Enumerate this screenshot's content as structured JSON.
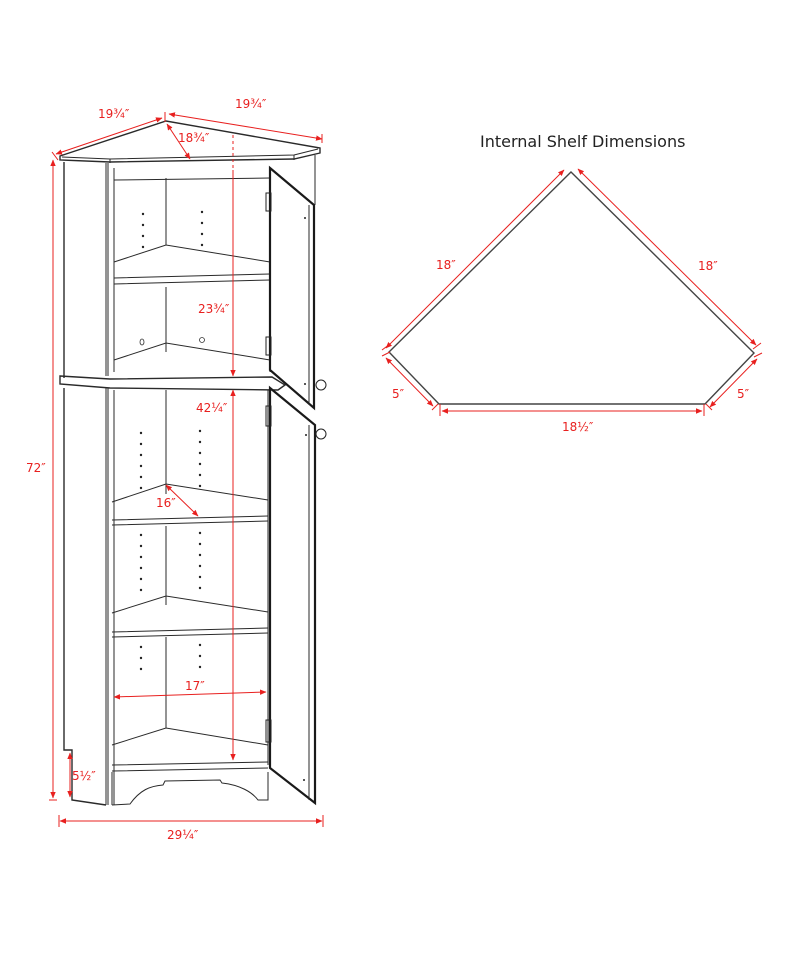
{
  "diagram": {
    "subject": "Corner storage cabinet with doors",
    "colors": {
      "outline": "#2a2a2a",
      "dimension": "#e8201f",
      "background": "#ffffff",
      "title": "#222222"
    }
  },
  "cabinet": {
    "dimensions": {
      "top_left_depth": "19¾″",
      "top_right_depth": "19¾″",
      "top_diagonal": "18¾″",
      "total_height": "72″",
      "upper_interior_height": "23¾″",
      "lower_interior_height": "42¼″",
      "shelf_depth": "16″",
      "interior_width": "17″",
      "base_height": "5½″",
      "overall_width": "29¼″"
    }
  },
  "shelf": {
    "title": "Internal Shelf Dimensions",
    "dimensions": {
      "left_back_edge": "18″",
      "right_back_edge": "18″",
      "left_side": "5″",
      "right_side": "5″",
      "front_edge": "18½″"
    }
  }
}
